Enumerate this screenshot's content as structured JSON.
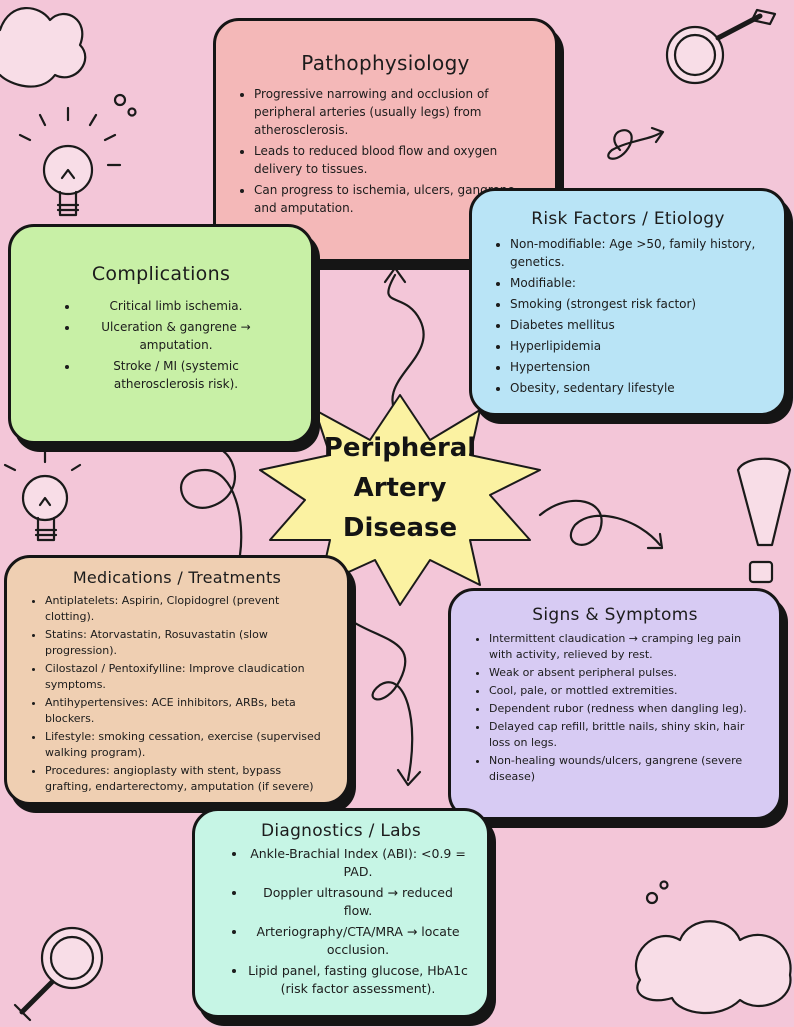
{
  "center": {
    "line1": "Peripheral",
    "line2": "Artery",
    "line3": "Disease"
  },
  "pathophysiology": {
    "title": "Pathophysiology",
    "items": [
      "Progressive narrowing and occlusion of peripheral arteries (usually legs) from atherosclerosis.",
      "Leads to reduced blood flow and oxygen delivery to tissues.",
      "Can progress to ischemia, ulcers, gangrene, and amputation."
    ]
  },
  "risk_factors": {
    "title": "Risk Factors / Etiology",
    "items": [
      "Non-modifiable: Age >50, family history, genetics.",
      "Modifiable:",
      "Smoking (strongest risk factor)",
      "Diabetes mellitus",
      "Hyperlipidemia",
      "Hypertension",
      "Obesity, sedentary lifestyle"
    ]
  },
  "complications": {
    "title": "Complications",
    "items": [
      "Critical limb ischemia.",
      "Ulceration & gangrene → amputation.",
      "Stroke / MI (systemic atherosclerosis risk)."
    ]
  },
  "medications": {
    "title": "Medications / Treatments",
    "items": [
      "Antiplatelets: Aspirin, Clopidogrel (prevent clotting).",
      "Statins: Atorvastatin, Rosuvastatin (slow progression).",
      "Cilostazol / Pentoxifylline: Improve claudication symptoms.",
      "Antihypertensives: ACE inhibitors, ARBs, beta blockers.",
      "Lifestyle: smoking cessation, exercise (supervised walking program).",
      "Procedures: angioplasty with stent, bypass grafting, endarterectomy, amputation (if severe)"
    ]
  },
  "signs": {
    "title": "Signs & Symptoms",
    "items": [
      "Intermittent claudication → cramping leg pain with activity, relieved by rest.",
      "Weak or absent peripheral pulses.",
      "Cool, pale, or mottled extremities.",
      "Dependent rubor (redness when dangling leg).",
      "Delayed cap refill, brittle nails, shiny skin, hair loss on legs.",
      "Non-healing wounds/ulcers, gangrene (severe disease)"
    ]
  },
  "diagnostics": {
    "title": "Diagnostics / Labs",
    "items": [
      "Ankle-Brachial Index (ABI): <0.9 = PAD.",
      "Doppler ultrasound → reduced flow.",
      "Arteriography/CTA/MRA → locate occlusion.",
      "Lipid panel, fasting glucose, HbA1c (risk factor assessment)."
    ]
  },
  "colors": {
    "background": "#f3c6d8",
    "pathophysiology": "#f4b8b8",
    "risk_factors": "#b9e4f6",
    "complications": "#c8f0a6",
    "medications": "#efcfb2",
    "signs": "#d7cbf3",
    "diagnostics": "#c6f5e5",
    "center_star": "#fbf2a2"
  }
}
